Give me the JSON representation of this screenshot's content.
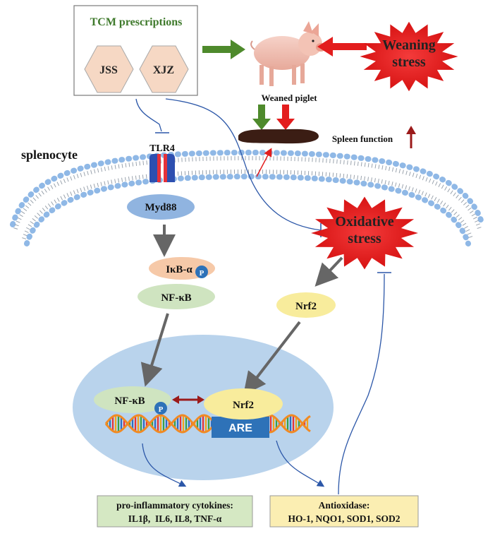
{
  "tcm_box": {
    "title": "TCM prescriptions",
    "herb_1": "JSS",
    "herb_2": "XJZ"
  },
  "piglet_label": "Weaned piglet",
  "weaning_stress": {
    "line1": "Weaning",
    "line2": "stress"
  },
  "spleen_function": "Spleen function",
  "splenocyte": "splenocyte",
  "tlr4": "TLR4",
  "myd88": "Myd88",
  "ikba": "IκB-α",
  "phospho": "P",
  "nfkb": "NF-κB",
  "oxidative_stress": {
    "line1": "Oxidative",
    "line2": "stress"
  },
  "nrf2": "Nrf2",
  "nucleus": {
    "nfkb": "NF-κB",
    "nrf2": "Nrf2",
    "are": "ARE"
  },
  "cytokines_box": {
    "line1": "pro-inflammatory cytokines:",
    "line2": "IL1β,  IL6, IL8, TNF-α"
  },
  "antioxidase_box": {
    "line1": "Antioxidase:",
    "line2": "HO-1, NQO1, SOD1, SOD2"
  },
  "colors": {
    "tcm_green": "#3f7a2c",
    "hexagon_fill": "#f6d8c4",
    "arrow_green": "#4e8a2c",
    "arrow_red": "#e31d1d",
    "dark_red": "#9b1a1a",
    "inhibit_blue": "#2c57a8",
    "myd88_blue": "#90b4e0",
    "ikba_orange": "#f6c9a8",
    "nfkb_green": "#cfe4c0",
    "nrf2_yellow": "#f8ec9c",
    "nucleus_blue": "#b9d3ec",
    "are_blue": "#2e72b8",
    "cytokine_box": "#d5e8c3",
    "antioxidase_box": "#fbeeb2"
  }
}
